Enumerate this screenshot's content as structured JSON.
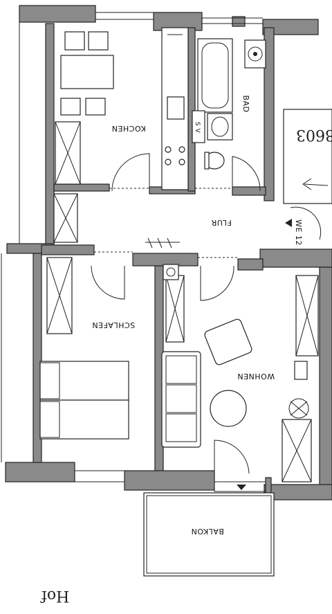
{
  "rooms": {
    "kitchen": "KOCHEN",
    "bath": "BAD",
    "hall": "FLUR",
    "bedroom": "SCHLAFEN",
    "living": "WOHNEN",
    "balcony": "BALKON"
  },
  "unit_label": "WE 12",
  "handwritten_number": "8603",
  "handwritten_bottom": "Hof",
  "shaft_marks": "S V"
}
